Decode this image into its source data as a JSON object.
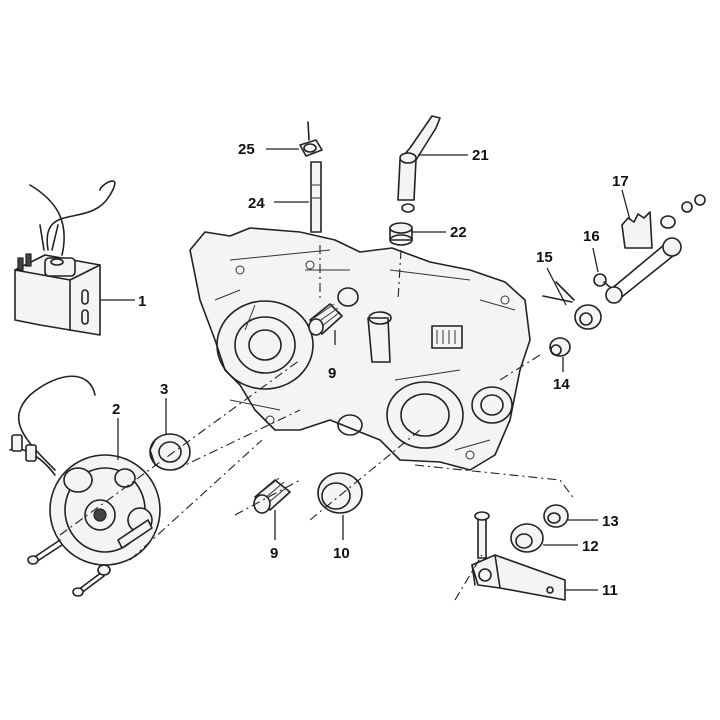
{
  "callouts": {
    "c1": "1",
    "c2": "2",
    "c3": "3",
    "c9a": "9",
    "c9b": "9",
    "c10": "10",
    "c11": "11",
    "c12": "12",
    "c13": "13",
    "c14": "14",
    "c15": "15",
    "c16": "16",
    "c17": "17",
    "c21": "21",
    "c22": "22",
    "c24": "24",
    "c25": "25"
  }
}
